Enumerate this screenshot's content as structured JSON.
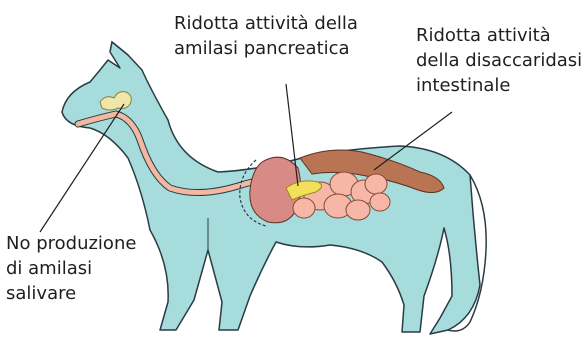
{
  "labels": {
    "salivary": [
      "No produzione",
      "di amilasi",
      "salivare"
    ],
    "pancreatic": [
      "Ridotta attività della",
      "amilasi pancreatica"
    ],
    "intestinal": [
      "Ridotta attività",
      "della disaccaridasi",
      "intestinale"
    ]
  },
  "colors": {
    "body_fill": "#a6dcdb",
    "body_stroke": "#2a3b45",
    "esophagus": "#f3b8a2",
    "stomach": "#d78a86",
    "colon": "#b87453",
    "small_intestine": "#f7b7a7",
    "pancreas": "#f2e05a",
    "salivary_gland": "#efe6a8"
  }
}
